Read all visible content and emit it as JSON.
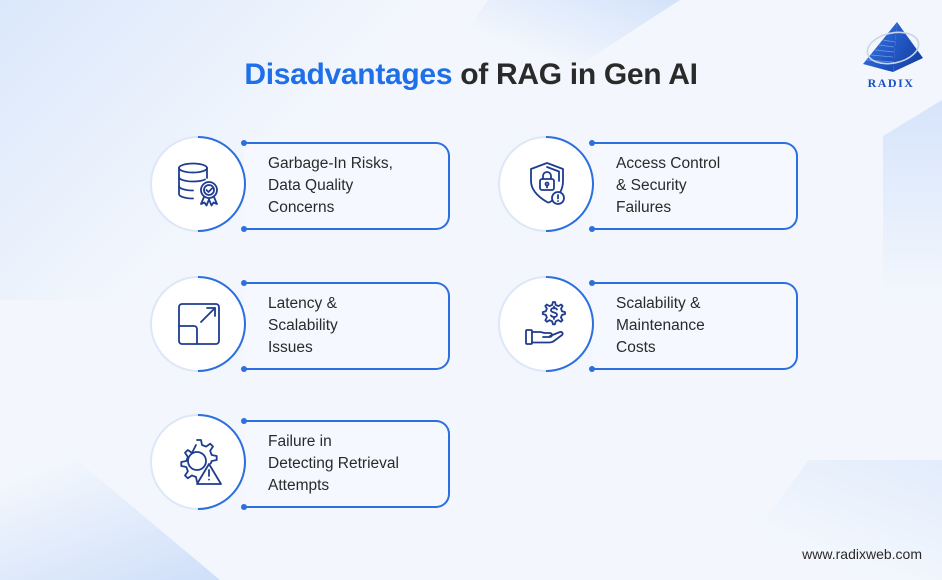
{
  "header": {
    "title_accent": "Disadvantages",
    "title_rest": " of RAG in Gen AI"
  },
  "brand": {
    "logo_text": "RADIX",
    "website": "www.radixweb.com"
  },
  "colors": {
    "accent": "#1e6fe8",
    "border": "#2b6fe0",
    "icon_stroke": "#1f3c8f",
    "background": "#f3f7fd",
    "text": "#2a2a2a"
  },
  "cards": [
    {
      "icon": "database-badge-icon",
      "lines": [
        "Garbage-In Risks,",
        "Data Quality",
        "Concerns"
      ]
    },
    {
      "icon": "shield-lock-alert-icon",
      "lines": [
        "Access Control",
        "& Security",
        "Failures"
      ]
    },
    {
      "icon": "scale-resize-icon",
      "lines": [
        "Latency &",
        "Scalability",
        "Issues"
      ]
    },
    {
      "icon": "hand-dollar-gear-icon",
      "lines": [
        "Scalability &",
        "Maintenance",
        "Costs"
      ]
    },
    {
      "icon": "gear-warning-icon",
      "lines": [
        "Failure in",
        "Detecting Retrieval",
        "Attempts"
      ]
    }
  ]
}
